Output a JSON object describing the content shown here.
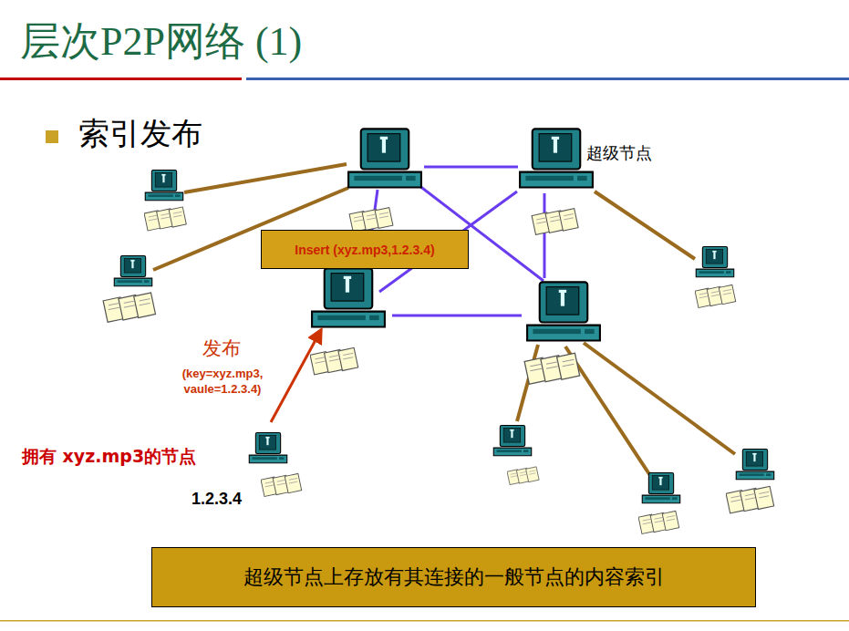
{
  "diagram": {
    "title": "层次P2P网络 (1)",
    "nodes": [
      {
        "text": [
          "Insert (xyz.mp3,1.2.3.4)"
        ]
      },
      {
        "text": [
          "超级节点上存放有其连接的一般节点的内容索引"
        ]
      }
    ],
    "labels": [
      "索引发布",
      "超级节点",
      "发布",
      "(key=xyz.mp3, vaule=1.2.3.4)",
      "拥有 xyz.mp3的节点",
      "1.2.3.4"
    ]
  }
}
